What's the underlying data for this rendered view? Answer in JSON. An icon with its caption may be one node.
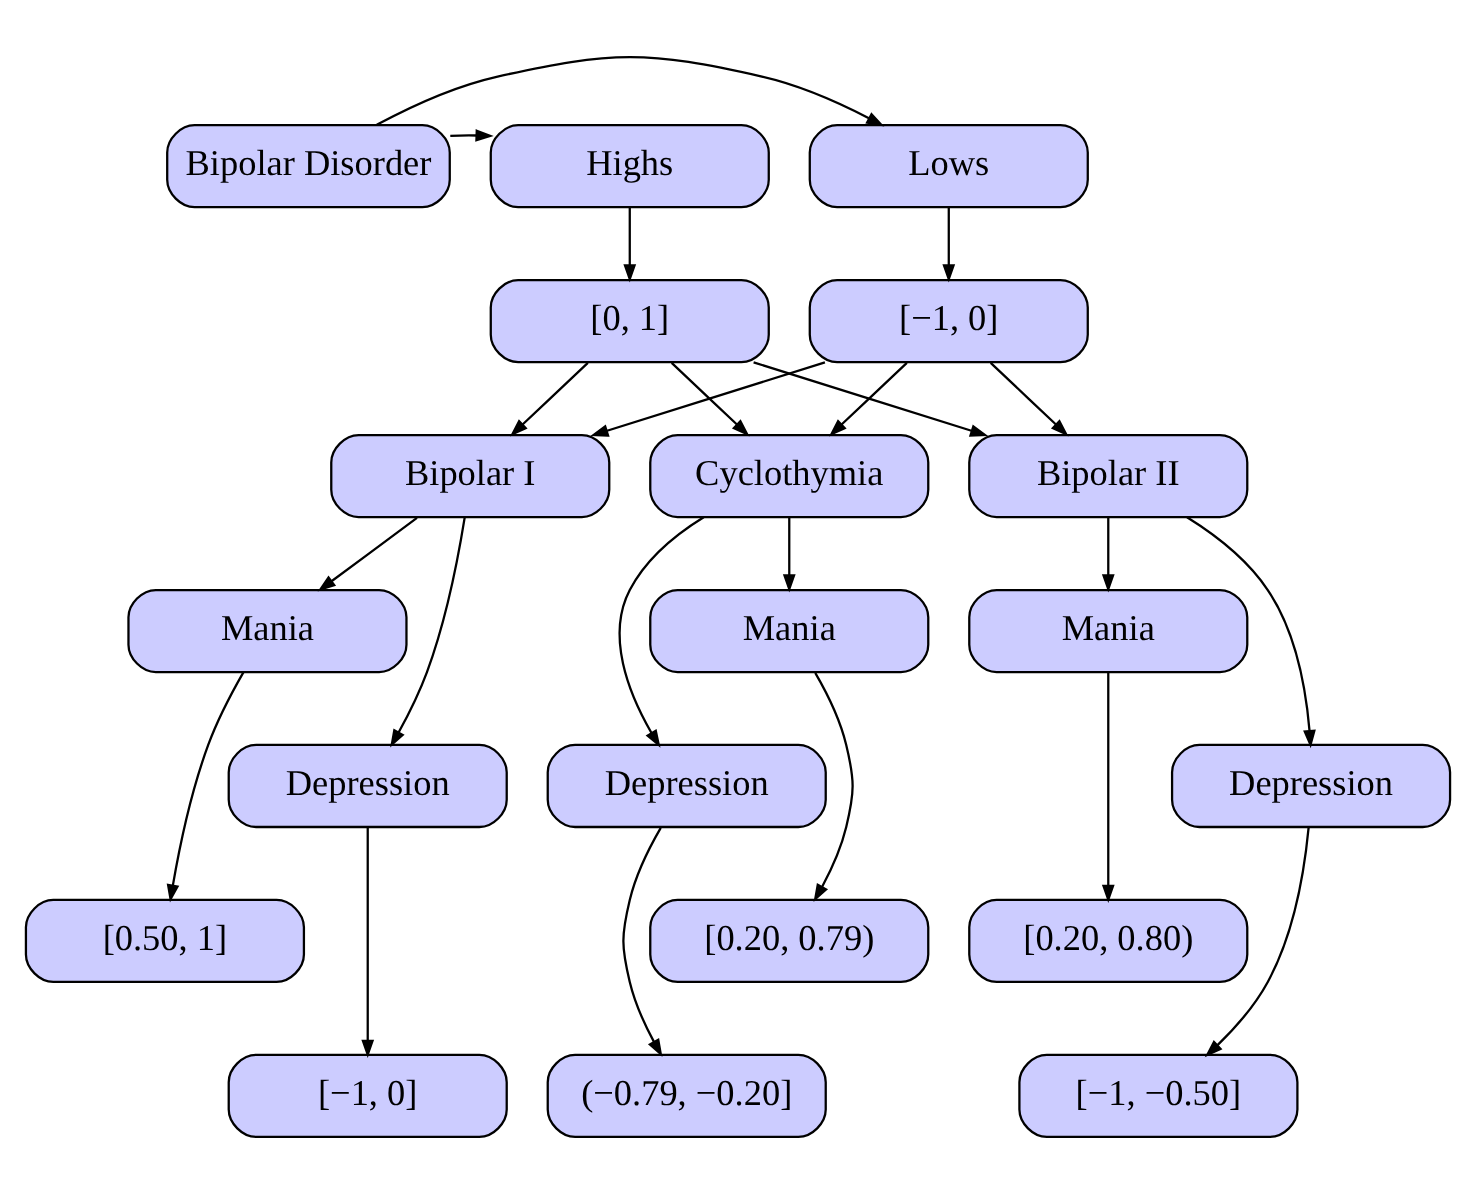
{
  "diagram": {
    "nodes": [
      {
        "text": [
          "Bipolar Disorder"
        ]
      },
      {
        "text": [
          "Highs"
        ]
      },
      {
        "text": [
          "Lows"
        ]
      },
      {
        "text": [
          "[0, 1]"
        ]
      },
      {
        "text": [
          "[−1, 0]"
        ]
      },
      {
        "text": [
          "Bipolar I"
        ]
      },
      {
        "text": [
          "Cyclothymia"
        ]
      },
      {
        "text": [
          "Bipolar II"
        ]
      },
      {
        "text": [
          "Mania"
        ]
      },
      {
        "text": [
          "Depression"
        ]
      },
      {
        "text": [
          "Mania"
        ]
      },
      {
        "text": [
          "Depression"
        ]
      },
      {
        "text": [
          "Mania"
        ]
      },
      {
        "text": [
          "Depression"
        ]
      },
      {
        "text": [
          "[0.50, 1]"
        ]
      },
      {
        "text": [
          "[−1, 0]"
        ]
      },
      {
        "text": [
          "[0.20, 0.79)"
        ]
      },
      {
        "text": [
          "(−0.79, −0.20]"
        ]
      },
      {
        "text": [
          "[0.20, 0.80)"
        ]
      },
      {
        "text": [
          "[−1, −0.50]"
        ]
      }
    ],
    "edges": [
      {
        "from": 0,
        "to": 1,
        "arrow": "to"
      },
      {
        "from": 0,
        "to": 2,
        "arrow": "to"
      },
      {
        "from": 1,
        "to": 3,
        "arrow": "to"
      },
      {
        "from": 2,
        "to": 4,
        "arrow": "to"
      },
      {
        "from": 3,
        "to": 5,
        "arrow": "to"
      },
      {
        "from": 3,
        "to": 6,
        "arrow": "to"
      },
      {
        "from": 3,
        "to": 7,
        "arrow": "to"
      },
      {
        "from": 4,
        "to": 5,
        "arrow": "to"
      },
      {
        "from": 4,
        "to": 6,
        "arrow": "to"
      },
      {
        "from": 4,
        "to": 7,
        "arrow": "to"
      },
      {
        "from": 5,
        "to": 8,
        "arrow": "to"
      },
      {
        "from": 5,
        "to": 9,
        "arrow": "to"
      },
      {
        "from": 6,
        "to": 10,
        "arrow": "to"
      },
      {
        "from": 6,
        "to": 11,
        "arrow": "to"
      },
      {
        "from": 7,
        "to": 12,
        "arrow": "to"
      },
      {
        "from": 7,
        "to": 13,
        "arrow": "to"
      },
      {
        "from": 8,
        "to": 14,
        "arrow": "to"
      },
      {
        "from": 9,
        "to": 15,
        "arrow": "to"
      },
      {
        "from": 10,
        "to": 16,
        "arrow": "to"
      },
      {
        "from": 11,
        "to": 17,
        "arrow": "to"
      },
      {
        "from": 12,
        "to": 18,
        "arrow": "to"
      },
      {
        "from": 13,
        "to": 19,
        "arrow": "to"
      }
    ]
  }
}
